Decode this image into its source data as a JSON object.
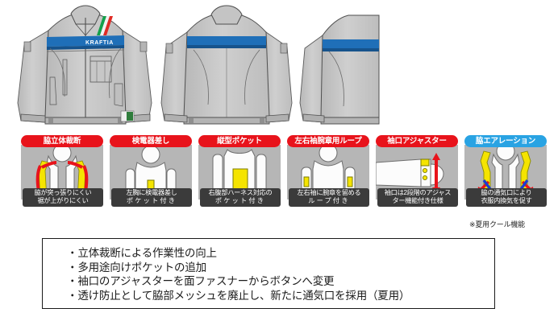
{
  "jackets": {
    "front": {
      "brand_text": "KRAFTIA",
      "view_label": "front-jacket",
      "body_color": "#c9c9c9",
      "stripe_color": "#1f6fb8",
      "flag_colors": [
        "#13a04b",
        "#ffffff",
        "#e02b25"
      ]
    },
    "back": {
      "view_label": "back-jacket",
      "body_color": "#c9c9c9",
      "stripe_color": "#1f6fb8"
    }
  },
  "features": [
    {
      "id": "side-3d-cut",
      "header": "脇立体裁断",
      "header_color": "#e8131b",
      "caption_lines": [
        "脇が突っ張りにくい",
        "裾が上がりにくい"
      ],
      "art": "side-gusset"
    },
    {
      "id": "voltage-tester-pocket",
      "header": "検電器差し",
      "header_color": "#e8131b",
      "caption_lines": [
        "左胸に検電器差し",
        "ポケット付き"
      ],
      "art": "chest-pocket"
    },
    {
      "id": "vertical-pocket",
      "header": "縦型ポケット",
      "header_color": "#e8131b",
      "caption_lines": [
        "右腹部ハーネス対応の",
        "ポケット付き"
      ],
      "art": "belly-pocket"
    },
    {
      "id": "armband-loop",
      "header": "左右袖腕章用ループ",
      "header_color": "#e8131b",
      "caption_lines": [
        "左右袖に腕章を留める",
        "ループ付き"
      ],
      "art": "sleeve-loops"
    },
    {
      "id": "cuff-adjuster",
      "header": "袖口アジャスター",
      "header_color": "#e8131b",
      "caption_lines": [
        "袖口は2段階のアジャス",
        "ター機能付き仕様"
      ],
      "art": "cuff-adjuster"
    },
    {
      "id": "side-aeration",
      "header": "脇エアレーション",
      "header_color": "#29a3e3",
      "caption_lines": [
        "脇の通気口により",
        "衣服内換気を促す"
      ],
      "note": "※夏用クール機能",
      "art": "aeration"
    }
  ],
  "summary": {
    "items": [
      "立体裁断による作業性の向上",
      "多用途向けポケットの追加",
      "袖口のアジャスターを面ファスナーからボタンへ変更",
      "透け防止として脇部メッシュを廃止し、新たに通気口を採用（夏用）"
    ]
  }
}
